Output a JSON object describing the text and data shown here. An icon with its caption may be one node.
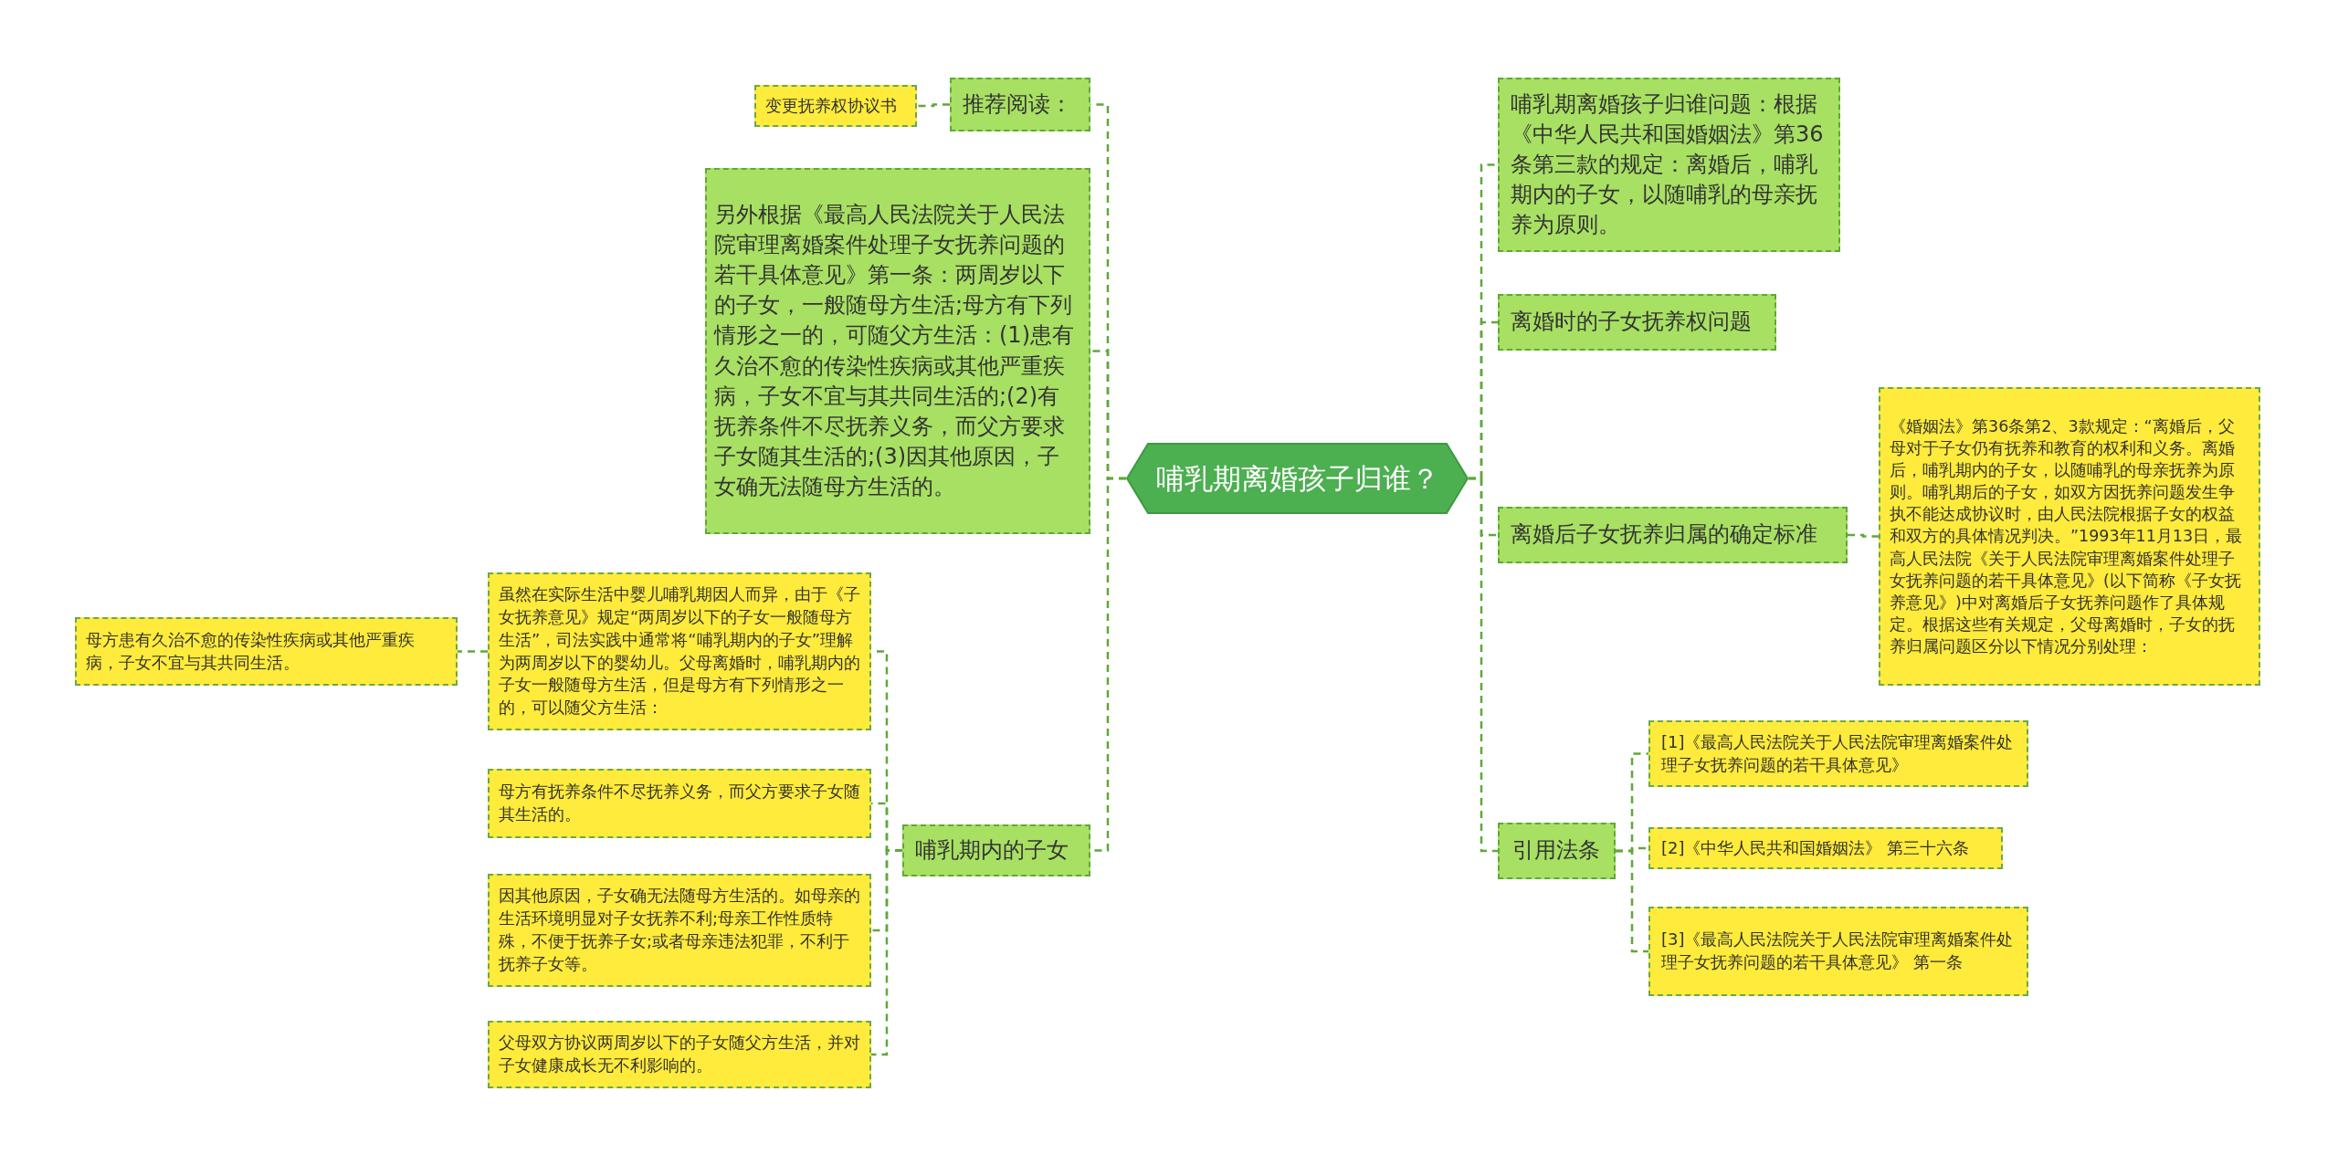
{
  "diagram": {
    "nodes": [
      {
        "text": [
          "哺乳期离婚孩子归谁？"
        ]
      },
      {
        "text": [
          "推荐阅读："
        ]
      },
      {
        "text": [
          "变更抚养权协议书"
        ]
      },
      {
        "text": [
          "另外根据《最高人民法院关于人民法院审理离婚案件处理子女抚养问题的若干具体意见》第一条：两周岁以下的子女，一般随母方生活;母方有下列情形之一的，可随父方生活：(1)患有久治不愈的传染性疾病或其他严重疾病，子女不宜与其共同生活的;(2)有抚养条件不尽抚养义务，而父方要求子女随其生活的;(3)因其他原因，子女确无法随母方生活的。"
        ]
      },
      {
        "text": [
          "哺乳期内的子女"
        ]
      },
      {
        "text": [
          "虽然在实际生活中婴儿哺乳期因人而异，由于《子女抚养意见》规定“两周岁以下的子女一般随母方生活”，司法实践中通常将“哺乳期内的子女”理解为两周岁以下的婴幼儿。父母离婚时，哺乳期内的子女一般随母方生活，但是母方有下列情形之一的，可以随父方生活："
        ]
      },
      {
        "text": [
          "母方患有久治不愈的传染性疾病或其他严重疾病，子女不宜与其共同生活。"
        ]
      },
      {
        "text": [
          "母方有抚养条件不尽抚养义务，而父方要求子女随其生活的。"
        ]
      },
      {
        "text": [
          "因其他原因，子女确无法随母方生活的。如母亲的生活环境明显对子女抚养不利;母亲工作性质特殊，不便于抚养子女;或者母亲违法犯罪，不利于抚养子女等。"
        ]
      },
      {
        "text": [
          "父母双方协议两周岁以下的子女随父方生活，并对子女健康成长无不利影响的。"
        ]
      },
      {
        "text": [
          "哺乳期离婚孩子归谁问题：根据《中华人民共和国婚姻法》第36条第三款的规定：离婚后，哺乳期内的子女，以随哺乳的母亲抚养为原则。"
        ]
      },
      {
        "text": [
          "离婚时的子女抚养权问题"
        ]
      },
      {
        "text": [
          "离婚后子女抚养归属的确定标准"
        ]
      },
      {
        "text": [
          "《婚姻法》第36条第2、3款规定：“离婚后，父母对于子女仍有抚养和教育的权利和义务。离婚后，哺乳期内的子女，以随哺乳的母亲抚养为原则。哺乳期后的子女，如双方因抚养问题发生争执不能达成协议时，由人民法院根据子女的权益和双方的具体情况判决。”1993年11月13日，最高人民法院《关于人民法院审理离婚案件处理子女抚养问题的若干具体意见》(以下简称《子女抚养意见》)中对离婚后子女抚养问题作了具体规定。根据这些有关规定，父母离婚时，子女的抚养归属问题区分以下情况分别处理："
        ]
      },
      {
        "text": [
          "引用法条"
        ]
      },
      {
        "text": [
          "[1]《最高人民法院关于人民法院审理离婚案件处理子女抚养问题的若干具体意见》"
        ]
      },
      {
        "text": [
          "[2]《中华人民共和国婚姻法》 第三十六条"
        ]
      },
      {
        "text": [
          "[3]《最高人民法院关于人民法院审理离婚案件处理子女抚养问题的若干具体意见》 第一条"
        ]
      }
    ],
    "edges": [
      {
        "from": 0,
        "to": 1,
        "arrow": "none"
      },
      {
        "from": 1,
        "to": 2,
        "arrow": "none"
      },
      {
        "from": 0,
        "to": 3,
        "arrow": "none"
      },
      {
        "from": 0,
        "to": 4,
        "arrow": "none"
      },
      {
        "from": 4,
        "to": 5,
        "arrow": "none"
      },
      {
        "from": 5,
        "to": 6,
        "arrow": "none"
      },
      {
        "from": 4,
        "to": 7,
        "arrow": "none"
      },
      {
        "from": 4,
        "to": 8,
        "arrow": "none"
      },
      {
        "from": 4,
        "to": 9,
        "arrow": "none"
      },
      {
        "from": 0,
        "to": 10,
        "arrow": "none"
      },
      {
        "from": 0,
        "to": 11,
        "arrow": "none"
      },
      {
        "from": 0,
        "to": 12,
        "arrow": "none"
      },
      {
        "from": 12,
        "to": 13,
        "arrow": "none"
      },
      {
        "from": 0,
        "to": 14,
        "arrow": "none"
      },
      {
        "from": 14,
        "to": 15,
        "arrow": "none"
      },
      {
        "from": 14,
        "to": 16,
        "arrow": "none"
      },
      {
        "from": 14,
        "to": 17,
        "arrow": "none"
      }
    ]
  }
}
